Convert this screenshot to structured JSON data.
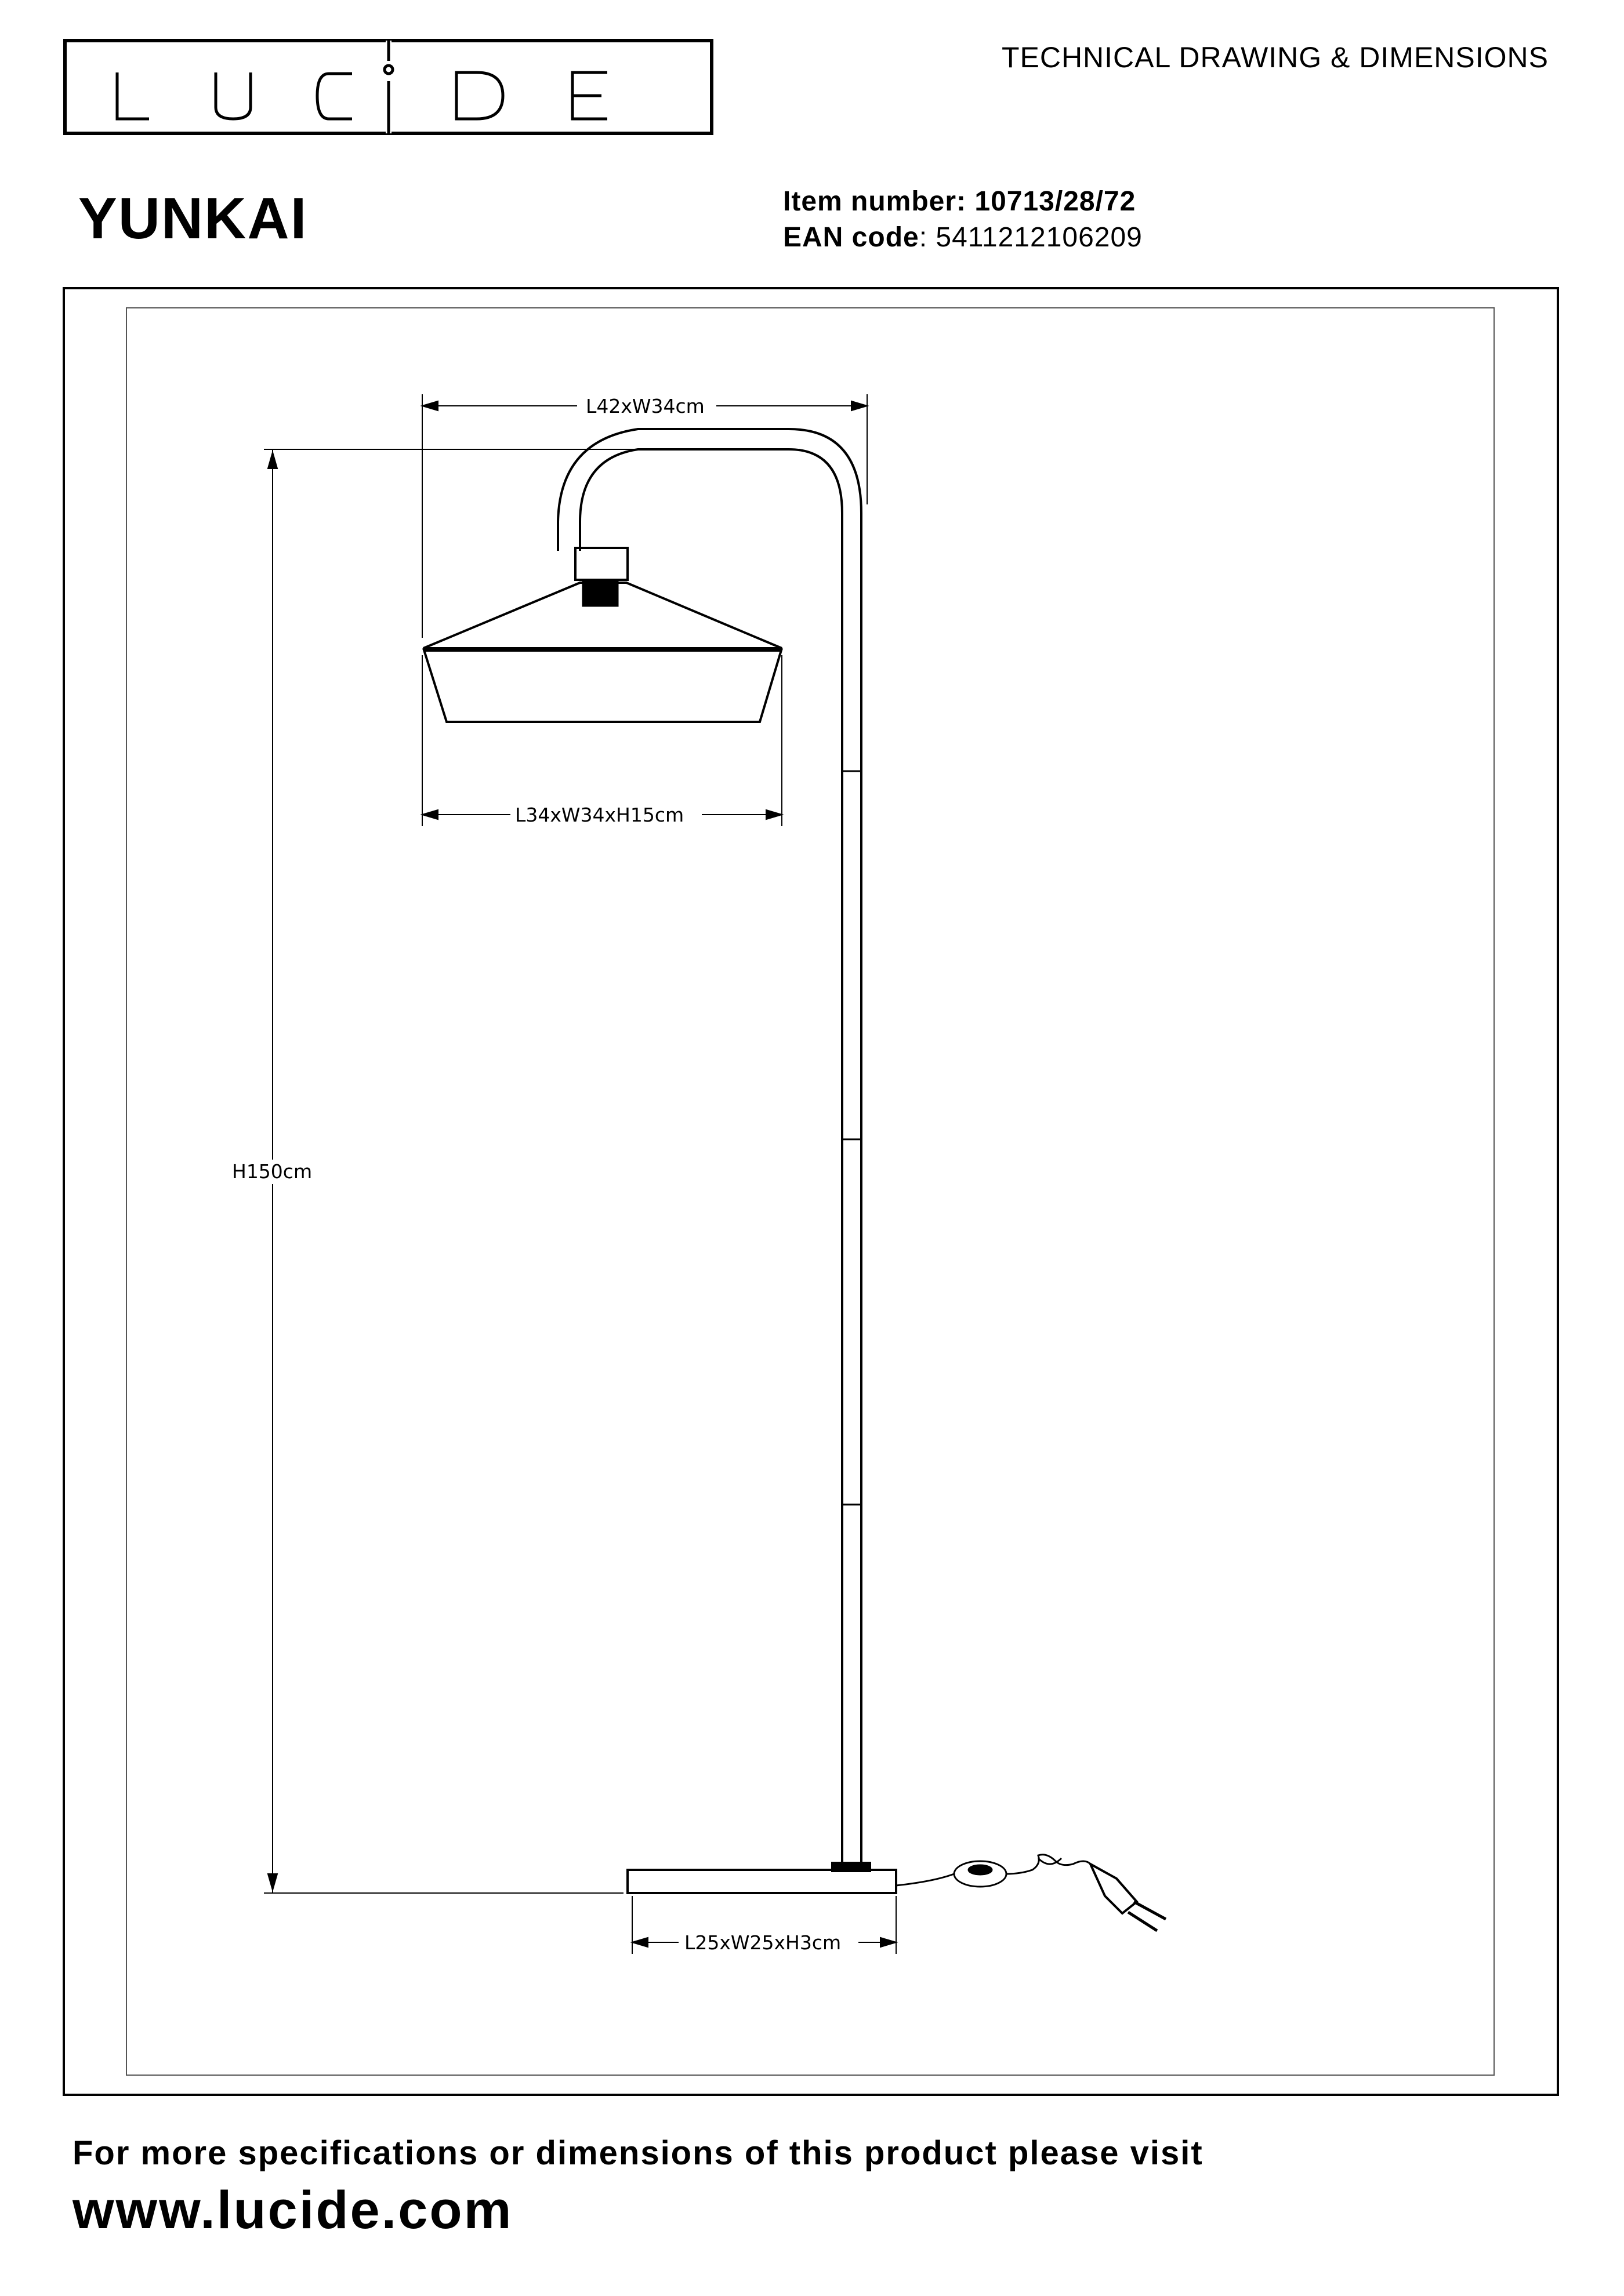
{
  "brand": {
    "letters": [
      "L",
      "U",
      "C",
      "I",
      "D",
      "E"
    ]
  },
  "header": {
    "doc_type": "TECHNICAL DRAWING & DIMENSIONS",
    "product_name": "YUNKAI",
    "item_label": "Item number:",
    "item_value": "10713/28/72",
    "ean_label": "EAN code",
    "ean_value": ": 5411212106209"
  },
  "dimensions": {
    "total_width": "L42xW34cm",
    "shade": "L34xW34xH15cm",
    "height": "H150cm",
    "base": "L25xW25xH3cm"
  },
  "footer": {
    "note": "For more specifications or dimensions of this product please visit",
    "url": "www.lucide.com"
  }
}
